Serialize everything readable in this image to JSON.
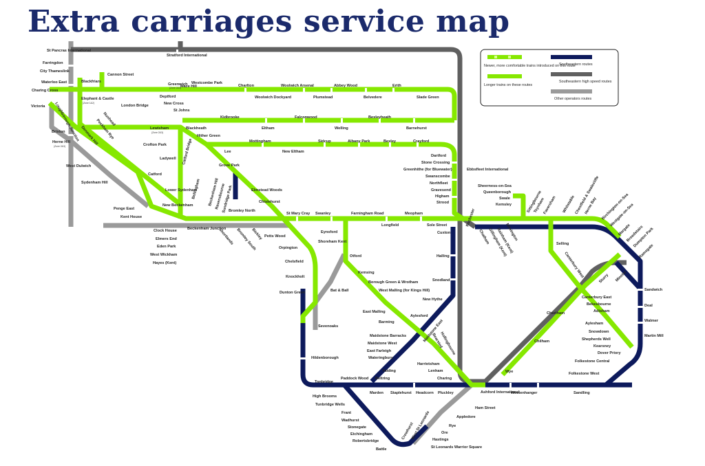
{
  "title": "Extra carriages service map",
  "colors": {
    "newer_trains": "#86e800",
    "longer_trains": "#86e800",
    "southeastern": "#0d1a5c",
    "high_speed": "#606060",
    "other_operators": "#9a9a9a",
    "title": "#1b2a6b"
  },
  "legend": {
    "newer_trains": "Newer, more comfortable trains introduced on this route",
    "longer_trains": "Longer trains on these routes",
    "southeastern_routes": "Southeastern routes",
    "high_speed_routes": "Southeastern high speed routes",
    "other_operators": "Other operators routes"
  },
  "stations": {
    "st_pancras": "St Pancras International",
    "stratford": "Stratford International",
    "farringdon": "Farringdon",
    "city_thameslink": "City Thameslink",
    "waterloo_east": "Waterloo East",
    "charing_cross": "Charing Cross",
    "victoria": "Victoria",
    "blackfriars": "Blackfriars",
    "cannon_street": "Cannon Street",
    "london_bridge": "London Bridge",
    "elephant_castle": "Elephant & Castle",
    "elephant_castle_sub": "(Zone 1&2)",
    "loughborough_junction": "Loughborough Junction",
    "denmark_hill": "Denmark Hill",
    "peckham_rye": "Peckham Rye",
    "nunhead": "Nunhead",
    "brixton": "Brixton",
    "herne_hill": "Herne Hill",
    "herne_hill_sub": "(Zone 2&3)",
    "west_dulwich": "West Dulwich",
    "sydenham_hill": "Sydenham Hill",
    "penge_east": "Penge East",
    "kent_house": "Kent House",
    "greenwich": "Greenwich",
    "greenwich_sub": "(Zone 2&3)",
    "maze_hill": "Maze Hill",
    "westcombe_park": "Westcombe Park",
    "charlton": "Charlton",
    "woolwich_arsenal": "Woolwich Arsenal",
    "woolwich_dockyard": "Woolwich Dockyard",
    "abbey_wood": "Abbey Wood",
    "plumstead": "Plumstead",
    "belvedere": "Belvedere",
    "erith": "Erith",
    "slade_green": "Slade Green",
    "deptford": "Deptford",
    "new_cross": "New Cross",
    "st_johns": "St Johns",
    "lewisham": "Lewisham",
    "lewisham_sub": "(Zone 2&3)",
    "blackheath": "Blackheath",
    "kidbrooke": "Kidbrooke",
    "eltham": "Eltham",
    "falconwood": "Falconwood",
    "welling": "Welling",
    "bexleyheath": "Bexleyheath",
    "barnehurst": "Barnehurst",
    "hither_green": "Hither Green",
    "lee": "Lee",
    "mottingham": "Mottingham",
    "new_eltham": "New Eltham",
    "sidcup": "Sidcup",
    "albany_park": "Albany Park",
    "bexley": "Bexley",
    "crayford": "Crayford",
    "dartford": "Dartford",
    "stone_crossing": "Stone Crossing",
    "greenhithe": "Greenhithe (for Bluewater)",
    "swanscombe": "Swanscombe",
    "northfleet": "Northfleet",
    "gravesend": "Gravesend",
    "higham": "Higham",
    "strood": "Strood",
    "ebbsfleet": "Ebbsfleet International",
    "crofton_park": "Crofton Park",
    "ladywell": "Ladywell",
    "catford": "Catford",
    "catford_bridge": "Catford Bridge",
    "lower_sydenham": "Lower Sydenham",
    "new_beckenham": "New Beckenham",
    "bellingham": "Bellingham",
    "beckenham_hill": "Beckenham Hill",
    "ravensbourne": "Ravensbourne",
    "sundridge_park": "Sundridge Park",
    "grove_park": "Grove Park",
    "bromley_north": "Bromley North",
    "elmstead_woods": "Elmstead Woods",
    "chislehurst": "Chislehurst",
    "st_mary_cray": "St Mary Cray",
    "swanley": "Swanley",
    "farningham_road": "Farningham Road",
    "longfield": "Longfield",
    "meopham": "Meopham",
    "sole_street": "Sole Street",
    "clock_house": "Clock House",
    "elmers_end": "Elmers End",
    "eden_park": "Eden Park",
    "west_wickham": "West Wickham",
    "hayes": "Hayes (Kent)",
    "beckenham_junction": "Beckenham Junction",
    "shortlands": "Shortlands",
    "bromley_south": "Bromley South",
    "bickley": "Bickley",
    "petts_wood": "Petts Wood",
    "orpington": "Orpington",
    "chelsfield": "Chelsfield",
    "knockholt": "Knockholt",
    "dunton_green": "Dunton Green",
    "sevenoaks": "Sevenoaks",
    "hildenborough": "Hildenborough",
    "tonbridge": "Tonbridge",
    "eynsford": "Eynsford",
    "shoreham": "Shoreham Kent",
    "otford": "Otford",
    "bat_ball": "Bat & Ball",
    "kemsing": "Kemsing",
    "borough_green": "Borough Green & Wrotham",
    "west_malling": "West Malling (for Kings Hill)",
    "east_malling": "East Malling",
    "barming": "Barming",
    "maidstone_barracks": "Maidstone Barracks",
    "maidstone_west": "Maidstone West",
    "maidstone_east": "Maidstone East",
    "east_farleigh": "East Farleigh",
    "wateringbury": "Wateringbury",
    "yalding": "Yalding",
    "beltring": "Beltring",
    "bearsted": "Bearsted",
    "hollingbourne": "Hollingbourne",
    "harrietsham": "Harrietsham",
    "lenham": "Lenham",
    "charing": "Charing",
    "aylesford": "Aylesford",
    "new_hythe": "New Hythe",
    "snodland": "Snodland",
    "halling": "Halling",
    "cuxton": "Cuxton",
    "rochester": "Rochester",
    "chatham": "Chatham",
    "gillingham": "Gillingham (Kent)",
    "rainham": "Rainham (Kent)",
    "newington": "Newington",
    "sittingbourne": "Sittingbourne",
    "sheerness": "Sheerness-on-Sea",
    "queenborough": "Queenborough",
    "swale": "Swale",
    "kemsley": "Kemsley",
    "teynham": "Teynham",
    "faversham": "Faversham",
    "whitstable": "Whitstable",
    "chestfield": "Chestfield & Swalecliffe",
    "herne_bay": "Herne Bay",
    "birchington": "Birchington-on-Sea",
    "westgate": "Westgate-on-Sea",
    "margate": "Margate",
    "broadstairs": "Broadstairs",
    "dumpton_park": "Dumpton Park",
    "ramsgate": "Ramsgate",
    "selling": "Selling",
    "canterbury_west": "Canterbury West",
    "sturry": "Sturry",
    "minster": "Minster",
    "sandwich": "Sandwich",
    "deal": "Deal",
    "walmer": "Walmer",
    "martin_mill": "Martin Mill",
    "canterbury_east": "Canterbury East",
    "bekesbourne": "Bekesbourne",
    "adisham": "Adisham",
    "aylesham": "Aylesham",
    "snowdown": "Snowdown",
    "shepherds_well": "Shepherds Well",
    "kearsney": "Kearsney",
    "dover_priory": "Dover Priory",
    "chartham": "Chartham",
    "chilham": "Chilham",
    "wye": "Wye",
    "folkestone_central": "Folkestone Central",
    "folkestone_west": "Folkestone West",
    "sandling": "Sandling",
    "westenhanger": "Westenhanger",
    "ashford": "Ashford International",
    "pluckley": "Pluckley",
    "headcorn": "Headcorn",
    "staplehurst": "Staplehurst",
    "marden": "Marden",
    "paddock_wood": "Paddock Wood",
    "high_brooms": "High Brooms",
    "tunbridge_wells": "Tunbridge Wells",
    "frant": "Frant",
    "wadhurst": "Wadhurst",
    "stonegate": "Stonegate",
    "etchingham": "Etchingham",
    "robertsbridge": "Robertsbridge",
    "battle": "Battle",
    "crowhurst": "Crowhurst",
    "west_st_leonards": "West St Leonards",
    "st_leonards": "St Leonards Warrior Square",
    "hastings": "Hastings",
    "ore": "Ore",
    "rye": "Rye",
    "appledore": "Appledore",
    "ham_street": "Ham Street"
  }
}
